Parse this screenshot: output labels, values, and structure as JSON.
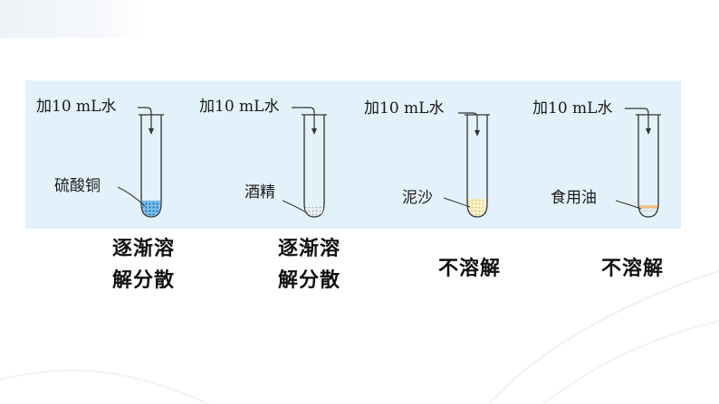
{
  "experiments": [
    {
      "water_label": "加10 mL水",
      "substance": "硫酸铜",
      "result_line1": "逐渐溶",
      "result_line2": "解分散",
      "sediment_color": "#3a8fd0"
    },
    {
      "water_label": "加10 mL水",
      "substance": "酒精",
      "result_line1": "逐渐溶",
      "result_line2": "解分散",
      "sediment_color": "#c9ccd2"
    },
    {
      "water_label": "加10 mL水",
      "substance": "泥沙",
      "result_line1": "不溶解",
      "result_line2": "",
      "sediment_color": "#f3e6a6"
    },
    {
      "water_label": "加10 mL水",
      "substance": "食用油",
      "result_line1": "不溶解",
      "result_line2": "",
      "sediment_color": "#f1c98a"
    }
  ],
  "colors": {
    "panel_background": "#e3f1fb",
    "tube_stroke": "#333333"
  }
}
